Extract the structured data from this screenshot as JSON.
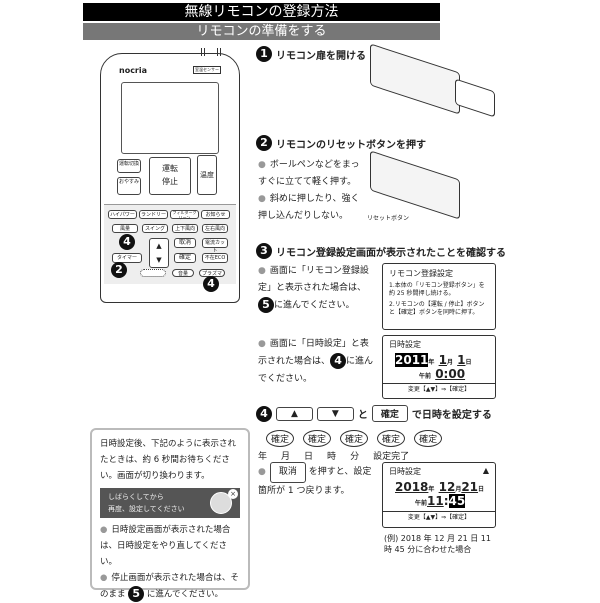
{
  "header": {
    "title": "無線リモコンの登録方法",
    "subtitle": "リモコンの準備をする"
  },
  "remote": {
    "brand": "nocria",
    "sensor": "室温センサー",
    "buttons": [
      "運転切換",
      "おやすみ",
      "運転",
      "停止",
      "温度",
      "ハイパワー",
      "ランドリー",
      "フィルタークリーン",
      "お知らせ",
      "風量",
      "スイング",
      "上下風向",
      "左右風向",
      "取消",
      "電流カット",
      "タイマー",
      "確定",
      "不在ECO",
      "音量",
      "プラズマ"
    ],
    "callouts": [
      "4",
      "2",
      "4"
    ]
  },
  "steps": [
    {
      "num": "1",
      "title": "リモコン扉を開ける"
    },
    {
      "num": "2",
      "title": "リモコンのリセットボタンを押す",
      "bullets": [
        "ボールペンなどをまっすぐに立てて軽く押す。",
        "斜めに押したり、強く押し込んだりしない。"
      ],
      "label": "リセットボタン"
    },
    {
      "num": "3",
      "title": "リモコン登録設定画面が表示されたことを確認する",
      "case1": {
        "pre": "画面に「リモコン登録設定」と表示された場合は、",
        "ref": "5",
        "post": "に進んでください。"
      },
      "box1": {
        "title": "リモコン登録設定",
        "line1": "1.本体の「リモコン登録ボタン」を約 25 秒間押し続ける。",
        "line2": "2.リモコンの【運転 / 停止】ボタンと【確定】ボタンを同時に押す。"
      },
      "case2": {
        "pre": "画面に「日時設定」と表示された場合は、",
        "ref": "4",
        "post": "に進んでください。"
      },
      "box2": {
        "title": "日時設定",
        "year": "2011",
        "year_u": "年",
        "month": "1",
        "month_u": "月",
        "day": "1",
        "day_u": "日",
        "ampm": "午前",
        "time": "0:00",
        "footer": "変更【▲▼】⇒【確定】"
      }
    },
    {
      "num": "4",
      "up": "▲",
      "down": "▼",
      "and": "と",
      "confirm": "確定",
      "title": "で日時を設定する",
      "flow": {
        "bubble": "確定",
        "items": [
          "年",
          "月",
          "日",
          "時",
          "分"
        ],
        "done": "設定完了"
      },
      "cancel": {
        "key": "取消",
        "text": "を押すと、設定箇所が 1 つ戻ります。"
      },
      "box": {
        "title": "日時設定",
        "year": "2018",
        "year_u": "年",
        "month": "12",
        "month_u": "月",
        "day": "21",
        "day_u": "日",
        "ampm": "午前",
        "hour": "11",
        "min": "45",
        "footer": "変更【▲▼】⇒【確定】"
      },
      "example": "(例) 2018 年 12 月 21 日 11 時 45 分に合わせた場合"
    }
  ],
  "note": {
    "text": "日時設定後、下記のように表示されたときは、約 6 秒間お待ちください。画面が切り換わります。",
    "screen": [
      "しばらくしてから",
      "再度、設定してください"
    ],
    "bullet1": "日時設定画面が表示された場合は、日時設定をやり直してください。",
    "bullet2_pre": "停止画面が表示された場合は、そのまま",
    "bullet2_ref": "5",
    "bullet2_post": "に進んでください。"
  }
}
